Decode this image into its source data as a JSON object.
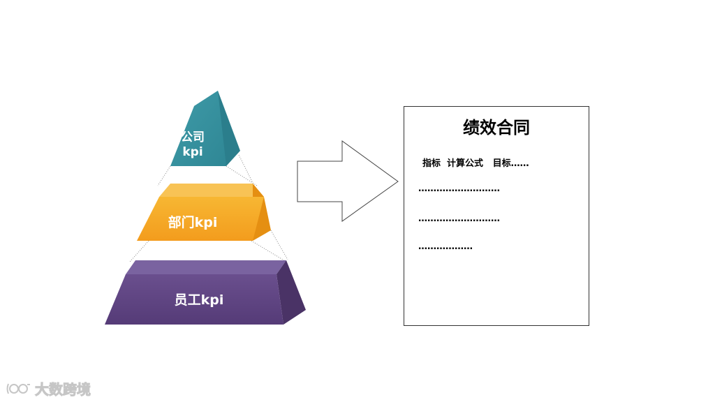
{
  "pyramid": {
    "tiers": [
      {
        "line1": "公司",
        "line2": "kpi",
        "color": "#3a9aa8"
      },
      {
        "label": "部门kpi",
        "color": "#f5a623"
      },
      {
        "label": "员工kpi",
        "color": "#5e4580"
      }
    ]
  },
  "contract": {
    "title": "绩效合同",
    "header": "指标  计算公式   目标……",
    "line1": "………………………",
    "line2": "………………………",
    "line3": "………………"
  },
  "watermark": {
    "text": "大数跨境",
    "icon": "logo-icon"
  }
}
